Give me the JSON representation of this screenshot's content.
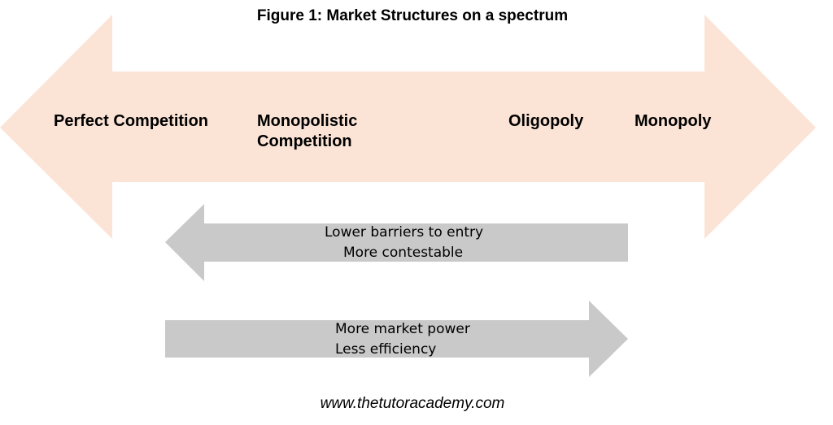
{
  "title": "Figure 1: Market Structures on a spectrum",
  "colors": {
    "spectrum_arrow": "#fbe4d6",
    "gray_arrows": "#c9c9c9",
    "text": "#000000"
  },
  "market_structures": [
    {
      "label": "Perfect Competition"
    },
    {
      "label_line1": "Monopolistic",
      "label_line2": "Competition"
    },
    {
      "label": "Oligopoly"
    },
    {
      "label": "Monopoly"
    }
  ],
  "left_arrow": {
    "direction": "left",
    "line1": "Lower barriers to entry",
    "line2": "More contestable"
  },
  "right_arrow": {
    "direction": "right",
    "line1": "More market power",
    "line2": "Less efficiency"
  },
  "footer": "www.thetutoracademy.com"
}
